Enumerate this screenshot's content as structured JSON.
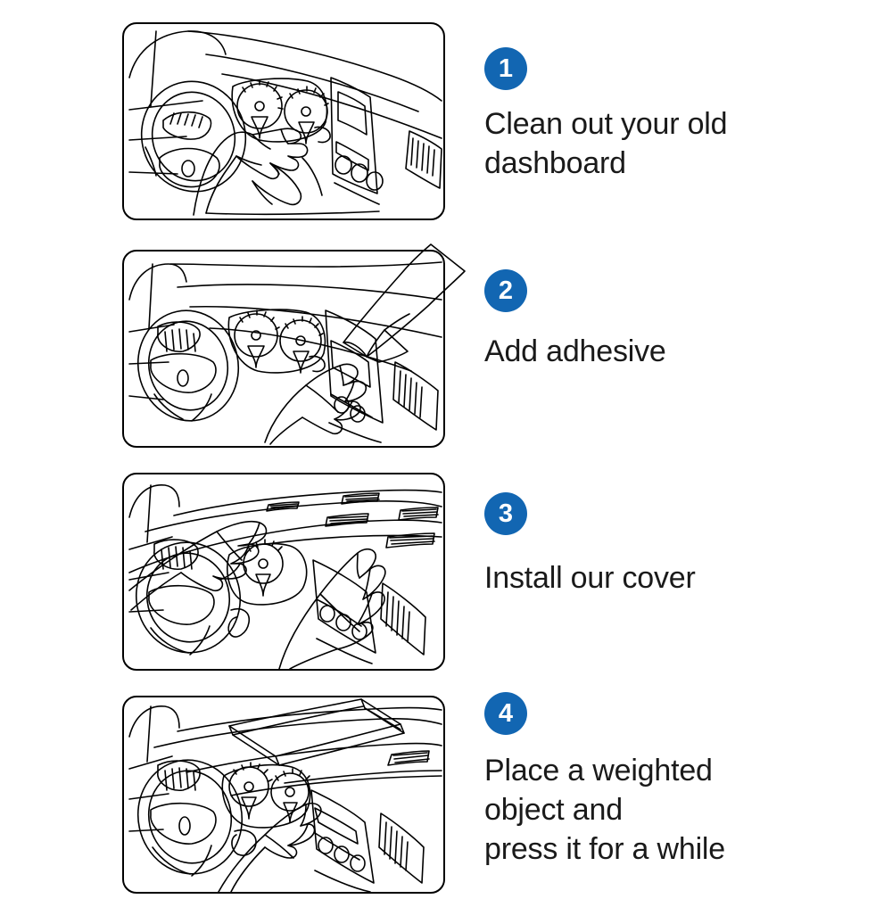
{
  "page": {
    "title": "Dashboard Cover Installation Steps",
    "background_color": "#ffffff",
    "accent_color": "#1266b2",
    "text_color": "#1a1a1a",
    "line_color": "#000000"
  },
  "steps": [
    {
      "number": "1",
      "caption": "Clean out your old\ndashboard",
      "illustration": "car-dashboard-hand-wiping-with-cloth",
      "illustration_alt": "Line drawing of a car interior with steering wheel, two round gauges and center console; a hand holds a cloth wiping the instrument cluster."
    },
    {
      "number": "2",
      "caption": "Add adhesive",
      "illustration": "car-dashboard-adhesive-applicator-and-hand",
      "illustration_alt": "Line drawing of a car dashboard with a hand pressing the surface while an adhesive applicator pen tip dispenses glue from upper right."
    },
    {
      "number": "3",
      "caption": "Install our cover",
      "illustration": "car-dashboard-two-hands-smoothing-cover",
      "illustration_alt": "Line drawing of a car dashboard with a fitted cover showing defroster vent slots; two hands smooth the cover into place."
    },
    {
      "number": "4",
      "caption": "Place a weighted\nobject and\npress it for a while",
      "illustration": "car-dashboard-book-weight-and-hand",
      "illustration_alt": "Line drawing of a car dashboard with a thick book resting on the installed cover while a hand presses near the console."
    }
  ]
}
